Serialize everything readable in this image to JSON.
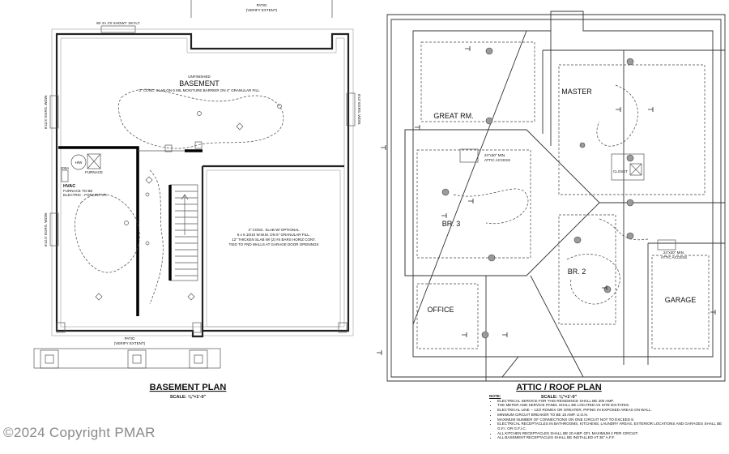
{
  "basement": {
    "top_patio_1": "PATIO",
    "top_patio_2": "(VERIFY EXTENT)",
    "skylight": "W/ 4'x 2'0 SHOWT. SKYLT.",
    "unfinished": "UNFINISHED",
    "room": "BASEMENT",
    "slab_note": "3\" CONC. SLAB ON 6 MIL MOISTURE BARRIER ON 4\" GRANULAR FILL",
    "left_tag_1": "6'x2.5' EGRS. WDW.",
    "left_tag_2": "6'x2.5' EGRS. WDW.",
    "right_tag": "6'x3' EGRS. WDW.",
    "hw": "H/W",
    "furnace": "FURNACE",
    "hvac_title": "HVAC",
    "hvac_1": "FURNACE TO BE",
    "hvac_2": "ELECTRIC - FORCED AIR",
    "panel": "200A",
    "garage_note_1": "4\" CONC. SLAB W/ OPTIONAL",
    "garage_note_2": "6 x 6 10/10 W.W.M. ON 6\" GRANULAR FILL.",
    "garage_note_3": "12\" THICKEN SLAB W/ (2) #4 BARS HORIZ CONT.",
    "garage_note_4": "TIED TO FND WALLS AT GARAGE DOOR OPENINGS",
    "bottom_patio_1": "PATIO",
    "bottom_patio_2": "(VERIFY EXTENT)",
    "title": "BASEMENT PLAN",
    "scale": "SCALE: ⅛\"=1'-0\""
  },
  "attic": {
    "great_rm": "GREAT RM.",
    "master": "MASTER",
    "closet": "CLOSET",
    "br3": "BR. 3",
    "br2": "BR. 2",
    "office": "OFFICE",
    "garage": "GARAGE",
    "access_1a": "24\"x30\" MIN.",
    "access_1b": "ATTIC ACCESS",
    "access_2a": "24\"x30\" MIN.",
    "access_2b": "ATTIC ACCESS",
    "title": "ATTIC / ROOF PLAN",
    "scale": "SCALE: ⅛\"=1'-0\""
  },
  "notes": {
    "heading": "NOTE:",
    "items": [
      "ELECTRICAL SERVICE FOR THIS RESIDENCE SHALL BE 200 AMP.",
      "THE METER AND SERVICE PANEL SHALL BE LOCATED AS SITE DICTATES.",
      "ELECTRICAL LINE -- 12/2 ROMEX OR GREATER, PIPING IN EXPOSED AREAS ON WALL.",
      "MINIMUM CIRCUIT BREAKER TO BE 15 AMP. U.O.N.",
      "MAXIMUM NUMBER OF CONNECTIONS ON ONE CIRCUIT NOT TO EXCEED 8.",
      "ELECTRICAL RECEPTACLES IN BATHROOMS, KITCHENS, LAUNDRY AREAS, EXTERIOR LOCATIONS AND GARAGES SHALL BE G.F.I. OR G.F.I.C.",
      "ALL KITCHEN RECEPTACLES SHALL BE 20 AMP. GFI. MAXIMUM 4 PER CIRCUIT.",
      "ALL BASEMENT RECEPTACLES SHALL BE INSTALLED AT 36\" A.F.F."
    ]
  },
  "watermark": "©2024 Copyright PMAR"
}
